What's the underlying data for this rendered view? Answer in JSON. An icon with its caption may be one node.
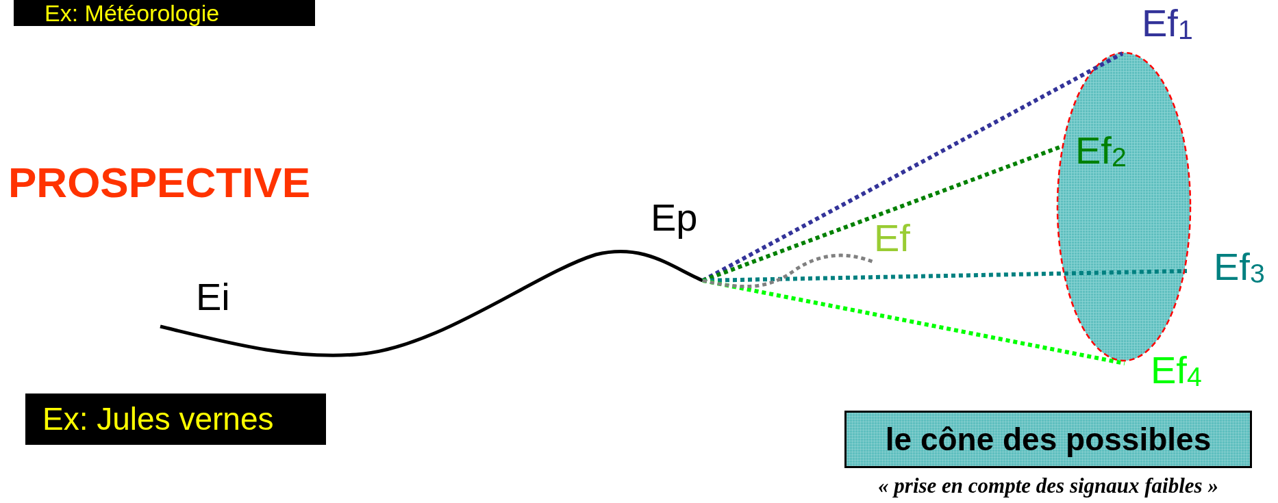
{
  "diagram": {
    "title": "PROSPECTIVE",
    "nodes": [
      {
        "text": [
          "Ex: Météorologie"
        ]
      },
      {
        "text": [
          "Ex: Jules vernes"
        ]
      },
      {
        "text": [
          "le cône des possibles"
        ]
      }
    ],
    "caption": "« prise en compte des signaux faibles »",
    "labels": [
      "Ef$_{1}$",
      "Ef$_{2}$",
      "Ep",
      "Ef",
      "Ei",
      "Ef$_{3}$",
      "Ef$_{4}$"
    ]
  }
}
